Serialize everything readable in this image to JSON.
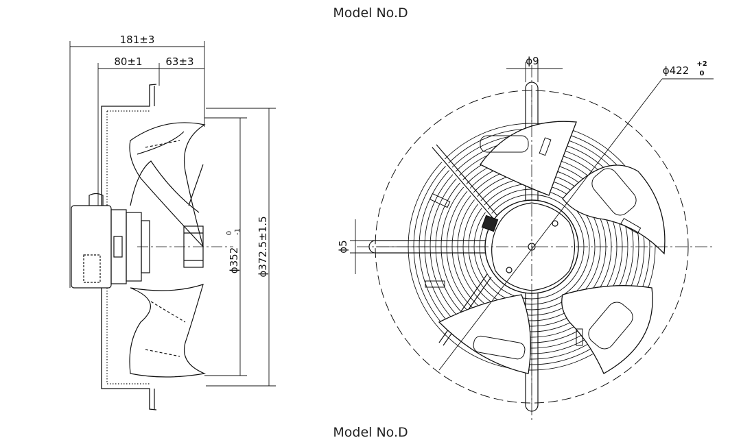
{
  "titles": {
    "top": "Model No.D",
    "bottom": "Model No.D"
  },
  "side_view": {
    "overall_length": "181±3",
    "motor_offset": "80±1",
    "blade_depth": "63±3",
    "diameter_blade_main": "ϕ352",
    "diameter_blade_tol_upper": "0",
    "diameter_blade_tol_lower": "-1",
    "diameter_guard": "ϕ372.5±1.5"
  },
  "front_view": {
    "slot_width": "ϕ9",
    "guard_diameter_main": "ϕ422",
    "guard_diameter_tol_upper": "+2",
    "guard_diameter_tol_lower": "0",
    "hole_diameter": "ϕ5"
  }
}
